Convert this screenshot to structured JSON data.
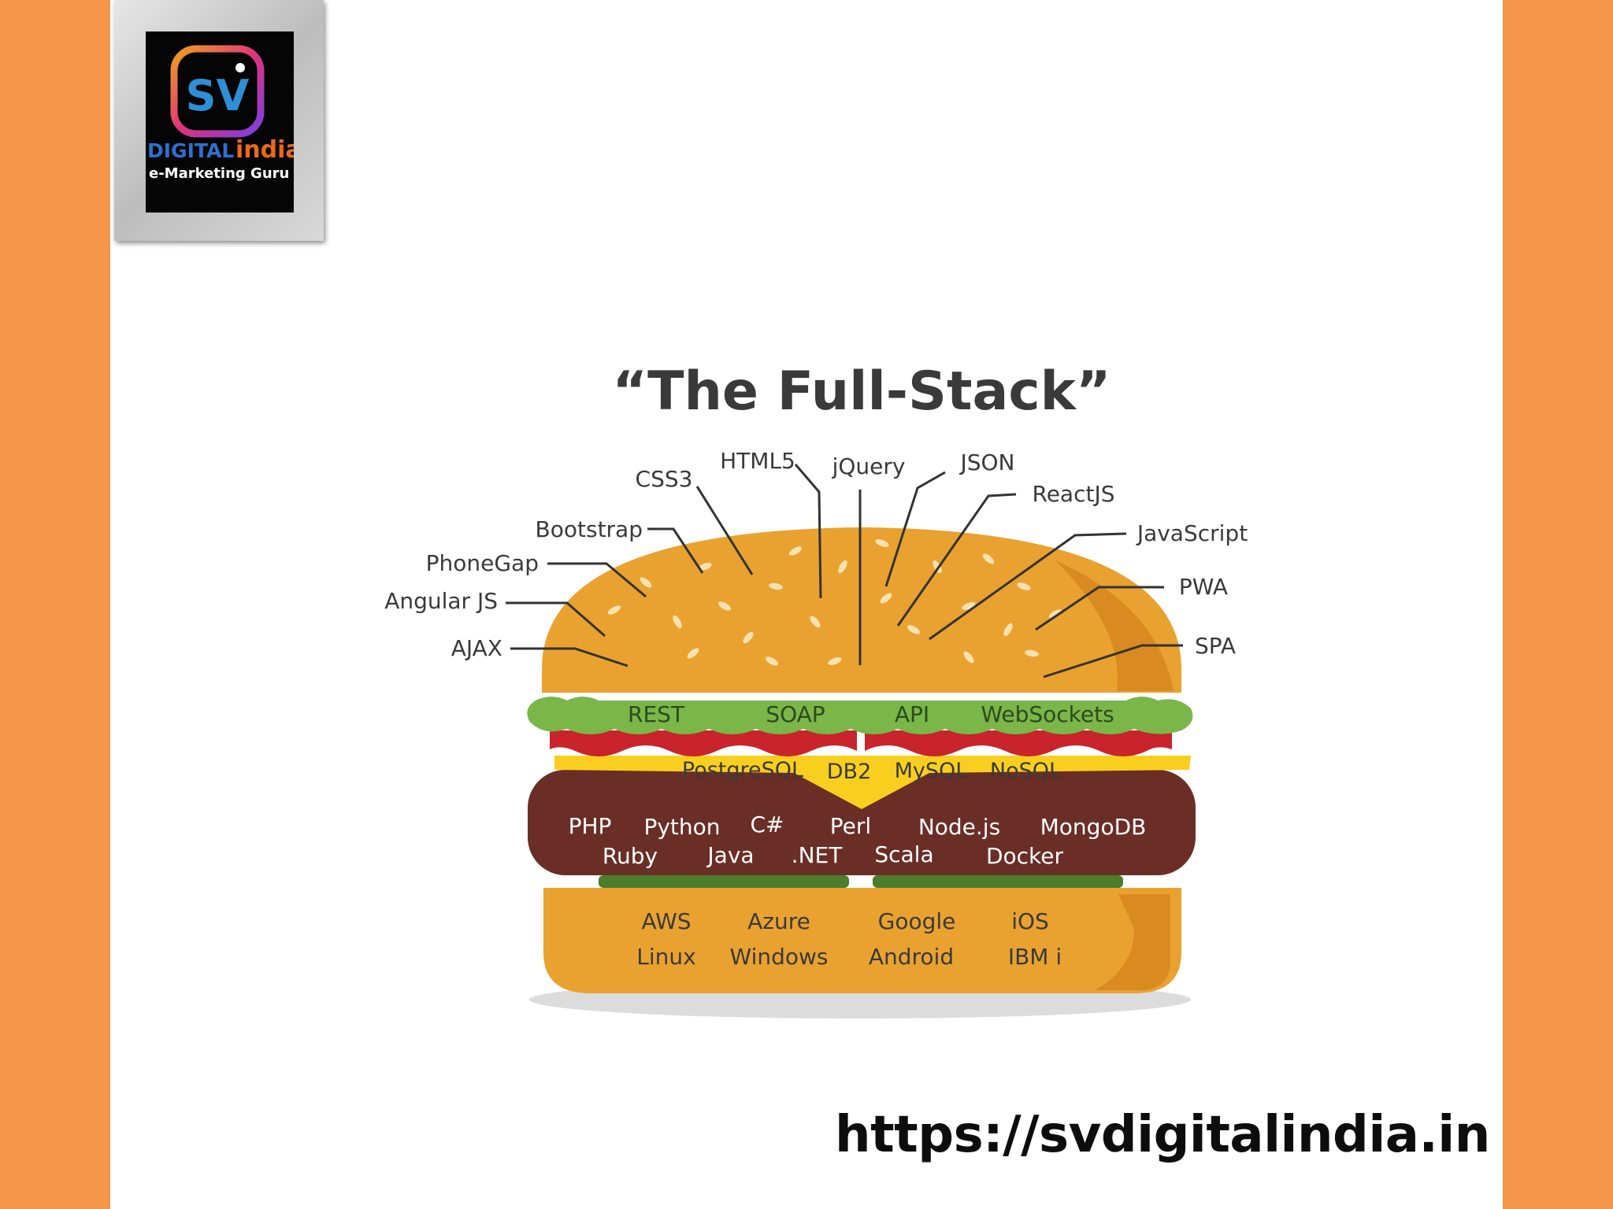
{
  "logo": {
    "monogram": "SV",
    "line1a": "DIGITAL",
    "line1b": "india",
    "line2": "e-Marketing Guru"
  },
  "diagram": {
    "title": "“The Full-Stack”",
    "bun_top_labels": [
      "CSS3",
      "HTML5",
      "jQuery",
      "JSON",
      "ReactJS",
      "Bootstrap",
      "JavaScript",
      "PhoneGap",
      "PWA",
      "Angular JS",
      "AJAX",
      "SPA"
    ],
    "lettuce_labels": [
      "REST",
      "SOAP",
      "API",
      "WebSockets"
    ],
    "cheese_labels": [
      "PostgreSQL",
      "DB2",
      "MySQL",
      "NoSQL"
    ],
    "patty_row1": [
      "PHP",
      "Python",
      "C#",
      "Perl",
      "Node.js",
      "MongoDB"
    ],
    "patty_row2": [
      "Ruby",
      "Java",
      ".NET",
      "Scala",
      "Docker"
    ],
    "bun_bottom_row1": [
      "AWS",
      "Azure",
      "Google",
      "iOS"
    ],
    "bun_bottom_row2": [
      "Linux",
      "Windows",
      "Android",
      "IBM i"
    ],
    "colors": {
      "bun": "#e9a230",
      "bun_shade": "#d98a20",
      "lettuce": "#7ab648",
      "tomato": "#c9232b",
      "cheese": "#f8cf1e",
      "patty": "#6a2e26",
      "pickle": "#4b7d2c",
      "frame": "#f5964a"
    }
  },
  "footer": {
    "url": "https://svdigitalindia.in"
  }
}
